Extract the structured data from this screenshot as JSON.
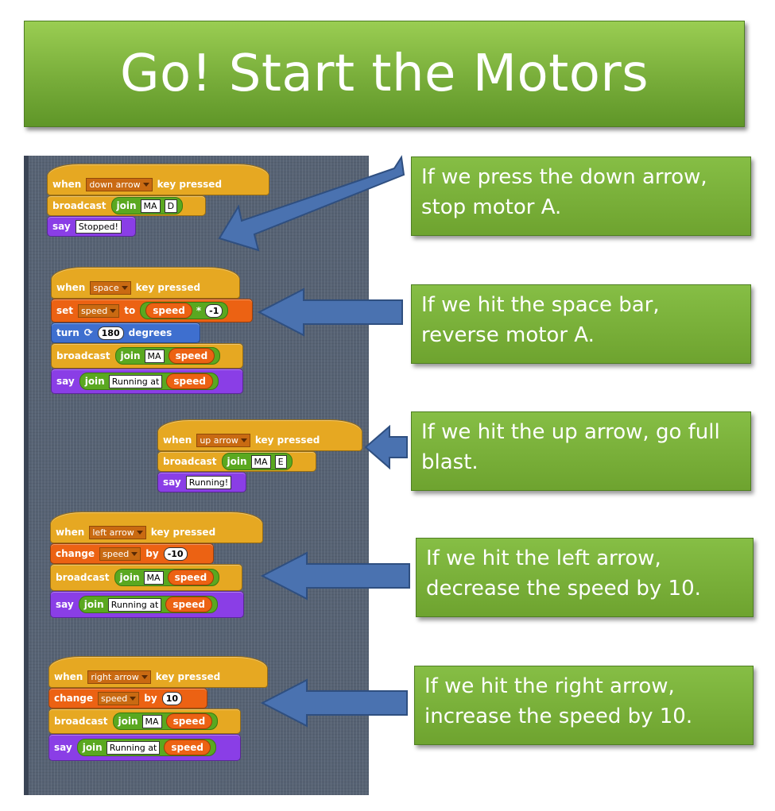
{
  "title": "Go!  Start the Motors",
  "scripts": [
    {
      "hat": {
        "when": "when",
        "key": "down arrow",
        "pressed": "key pressed"
      },
      "broadcast": {
        "label": "broadcast",
        "join": "join",
        "a": "MA",
        "b": "D"
      },
      "say": {
        "label": "say",
        "text": "Stopped!"
      }
    },
    {
      "hat": {
        "when": "when",
        "key": "space",
        "pressed": "key pressed"
      },
      "set": {
        "label": "set",
        "var": "speed",
        "to": "to",
        "rvar": "speed",
        "op": "*",
        "num": "-1"
      },
      "turn": {
        "label": "turn",
        "num": "180",
        "degrees": "degrees"
      },
      "broadcast": {
        "label": "broadcast",
        "join": "join",
        "a": "MA",
        "b": "speed"
      },
      "say": {
        "label": "say",
        "join": "join",
        "a": "Running at",
        "b": "speed"
      }
    },
    {
      "hat": {
        "when": "when",
        "key": "up arrow",
        "pressed": "key pressed"
      },
      "broadcast": {
        "label": "broadcast",
        "join": "join",
        "a": "MA",
        "b": "E"
      },
      "say": {
        "label": "say",
        "text": "Running!"
      }
    },
    {
      "hat": {
        "when": "when",
        "key": "left arrow",
        "pressed": "key pressed"
      },
      "change": {
        "label": "change",
        "var": "speed",
        "by": "by",
        "num": "-10"
      },
      "broadcast": {
        "label": "broadcast",
        "join": "join",
        "a": "MA",
        "b": "speed"
      },
      "say": {
        "label": "say",
        "join": "join",
        "a": "Running at",
        "b": "speed"
      }
    },
    {
      "hat": {
        "when": "when",
        "key": "right arrow",
        "pressed": "key pressed"
      },
      "change": {
        "label": "change",
        "var": "speed",
        "by": "by",
        "num": "10"
      },
      "broadcast": {
        "label": "broadcast",
        "join": "join",
        "a": "MA",
        "b": "speed"
      },
      "say": {
        "label": "say",
        "join": "join",
        "a": "Running at",
        "b": "speed"
      }
    }
  ],
  "callouts": [
    "If we press the down arrow, stop motor A.",
    "If we hit the space bar, reverse motor A.",
    "If we hit the up arrow, go full blast.",
    "If we hit the left arrow, decrease the speed by 10.",
    "If we hit the right arrow, increase the speed by 10."
  ],
  "colors": {
    "banner": "#78ad3a",
    "control": "#e6a822",
    "motion": "#3e6fcf",
    "looks": "#8a3ee6",
    "operators": "#5aa820",
    "variables": "#ec6213",
    "arrow": "#4a72b0"
  }
}
